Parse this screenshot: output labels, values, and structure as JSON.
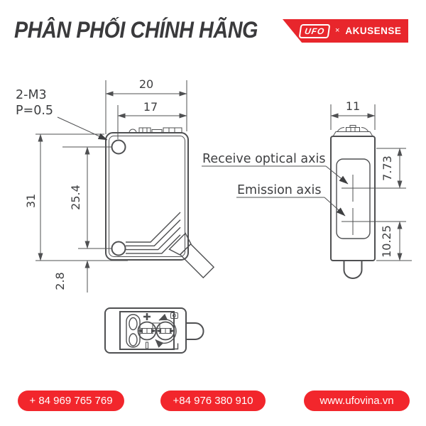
{
  "header": {
    "title": "PHÂN PHỐI CHÍNH HÃNG",
    "logo": {
      "ufo": "UFO",
      "separator": "×",
      "partner": "AKUSENSE"
    }
  },
  "drawing": {
    "front_view": {
      "width_dim": "20",
      "hole_to_edge_dim": "17",
      "height_dim": "31",
      "hole_spacing_dim": "25.4",
      "hole_bottom_dim": "2.8",
      "hole_note_line1": "2-M3",
      "hole_note_line2": "P=0.5"
    },
    "side_view": {
      "width_dim": "11",
      "receive_axis_label": "Receive optical axis",
      "emission_axis_label": "Emission axis",
      "receive_offset_dim": "7.73",
      "emission_offset_dim": "10.25"
    }
  },
  "footer": {
    "phone_primary": "+ 84 969 765 769",
    "phone_secondary": "+84 976 380 910",
    "website": "www.ufovina.vn"
  },
  "colors": {
    "accent_red": "#E8262C",
    "pill_red": "#F2262C",
    "line_gray": "#4F5052",
    "text_dark": "#3A3A3C"
  }
}
